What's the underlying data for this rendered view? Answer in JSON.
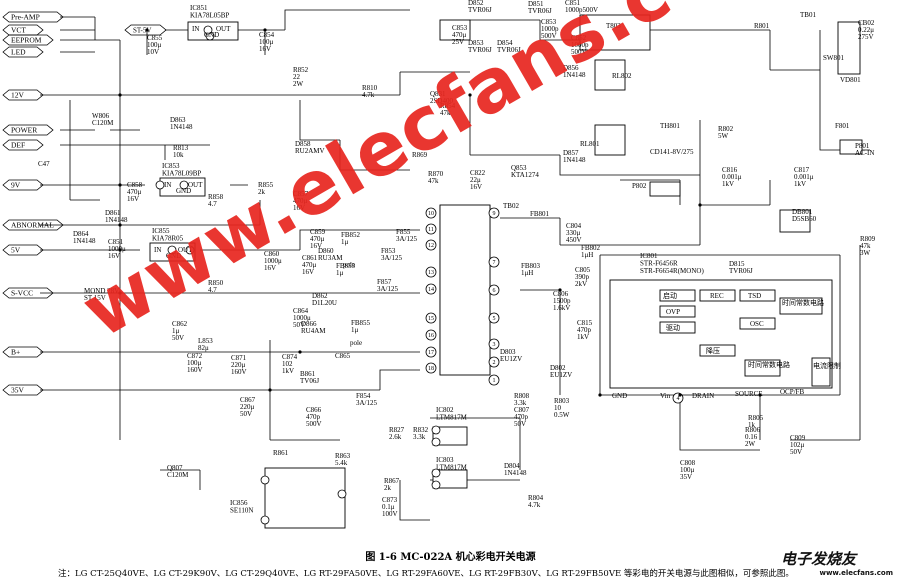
{
  "signals": [
    {
      "id": "pre_amp",
      "label": "Pre-AMP"
    },
    {
      "id": "vct",
      "label": "VCT"
    },
    {
      "id": "eeprom",
      "label": "EEPROM"
    },
    {
      "id": "led",
      "label": "LED"
    },
    {
      "id": "v12",
      "label": "12V"
    },
    {
      "id": "power",
      "label": "POWER"
    },
    {
      "id": "def",
      "label": "DEF"
    },
    {
      "id": "v9",
      "label": "9V"
    },
    {
      "id": "abnormal",
      "label": "ABNORMAL"
    },
    {
      "id": "v5",
      "label": "5V"
    },
    {
      "id": "svcc",
      "label": "S-VCC"
    },
    {
      "id": "bplus",
      "label": "B+"
    },
    {
      "id": "v35",
      "label": "35V"
    }
  ],
  "st5v": "ST-5V",
  "ics": {
    "ic851": [
      "IC851",
      "KIA78L05BP"
    ],
    "ic853": [
      "IC853",
      "KIA78L09BP"
    ],
    "ic855": [
      "IC855",
      "KIA78R05"
    ],
    "ic801": [
      "IC801",
      "STR-F6456R",
      "STR-F6654R(MONO)"
    ],
    "ic802": [
      "IC802",
      "LTM817M"
    ],
    "ic803": [
      "IC803",
      "LTM817M"
    ],
    "ic856": [
      "IC856",
      "SE110N"
    ]
  },
  "regulator_pins": {
    "in": "IN",
    "out": "OUT",
    "gnd": "GND",
    "s": "S"
  },
  "ic801_pins": {
    "gnd": "GND",
    "vin": "Vin",
    "drain": "DRAIN",
    "source": "SOURCE",
    "ocp": "OCP/FB"
  },
  "ic801_blocks": {
    "b1": "启动",
    "b2": "REC",
    "b3": "TSD",
    "b4": "OVP",
    "b5": "OSC",
    "b6": "驱动",
    "b7": "降压",
    "b8": "时间常数电路",
    "b9": "时间常数电路",
    "b10": "电流限制"
  },
  "components": [
    {
      "id": "c855",
      "text": [
        "C855",
        "100μ",
        "10V"
      ]
    },
    {
      "id": "c854",
      "text": [
        "C854",
        "100μ",
        "16V"
      ]
    },
    {
      "id": "r852",
      "text": [
        "R852",
        "22",
        "2W"
      ]
    },
    {
      "id": "r810",
      "text": [
        "R810",
        "4.7k"
      ]
    },
    {
      "id": "q831",
      "text": [
        "Q831",
        "2SD400"
      ]
    },
    {
      "id": "r854",
      "text": [
        "R854",
        "47k"
      ]
    },
    {
      "id": "d852",
      "text": [
        "D852",
        "TVR06J"
      ]
    },
    {
      "id": "d851",
      "text": [
        "D851",
        "TVR06J"
      ]
    },
    {
      "id": "d853",
      "text": [
        "D853",
        "TVR06J"
      ]
    },
    {
      "id": "d854",
      "text": [
        "D854",
        "TVR06J"
      ]
    },
    {
      "id": "c853",
      "text": [
        "C853",
        "470μ",
        "25V"
      ]
    },
    {
      "id": "c851",
      "text": [
        "C851",
        "1000p500V"
      ]
    },
    {
      "id": "c852",
      "text": [
        "C852",
        "1000p",
        "500V"
      ]
    },
    {
      "id": "c853b",
      "text": [
        "C853",
        "1000p",
        "500V"
      ]
    },
    {
      "id": "t803",
      "text": [
        "T803"
      ]
    },
    {
      "id": "d856",
      "text": [
        "D856",
        "1N4148"
      ]
    },
    {
      "id": "rl802",
      "text": [
        "RL802"
      ]
    },
    {
      "id": "r801",
      "text": [
        "R801"
      ]
    },
    {
      "id": "tb01",
      "text": [
        "TB01"
      ]
    },
    {
      "id": "cb02",
      "text": [
        "CB02",
        "0.22μ",
        "275V"
      ]
    },
    {
      "id": "sw801",
      "text": [
        "SW801"
      ]
    },
    {
      "id": "vd801",
      "text": [
        "VD801"
      ]
    },
    {
      "id": "f801",
      "text": [
        "F801"
      ]
    },
    {
      "id": "p801",
      "text": [
        "P801",
        "AC-IN"
      ]
    },
    {
      "id": "w806",
      "text": [
        "W806",
        "C120M"
      ]
    },
    {
      "id": "d863",
      "text": [
        "D863",
        "1N4148"
      ]
    },
    {
      "id": "r813",
      "text": [
        "R813",
        "10k"
      ]
    },
    {
      "id": "c47",
      "text": [
        "C47"
      ]
    },
    {
      "id": "d858",
      "text": [
        "D858",
        "RU2AMV"
      ]
    },
    {
      "id": "r870",
      "text": [
        "R870",
        "47k"
      ]
    },
    {
      "id": "c822",
      "text": [
        "C822",
        "22μ",
        "16V"
      ]
    },
    {
      "id": "q853",
      "text": [
        "Q853",
        "KTA1274"
      ]
    },
    {
      "id": "r869",
      "text": [
        "R869"
      ]
    },
    {
      "id": "d857",
      "text": [
        "D857",
        "1N4148"
      ]
    },
    {
      "id": "rl801",
      "text": [
        "RL801"
      ]
    },
    {
      "id": "th801",
      "text": [
        "TH801"
      ]
    },
    {
      "id": "cd141",
      "text": [
        "CD141-8V/275"
      ]
    },
    {
      "id": "r802",
      "text": [
        "R802",
        "5W"
      ]
    },
    {
      "id": "p802",
      "text": [
        "P802"
      ]
    },
    {
      "id": "c816",
      "text": [
        "C816",
        "0.001μ",
        "1kV"
      ]
    },
    {
      "id": "c817",
      "text": [
        "C817",
        "0.001μ",
        "1kV"
      ]
    },
    {
      "id": "db801",
      "text": [
        "DB801",
        "D5SB60"
      ]
    },
    {
      "id": "c858",
      "text": [
        "C858",
        "470μ",
        "16V"
      ]
    },
    {
      "id": "d861",
      "text": [
        "D861",
        "1N4148"
      ]
    },
    {
      "id": "r858",
      "text": [
        "R858",
        "4.7"
      ]
    },
    {
      "id": "d864",
      "text": [
        "D864",
        "1N4148"
      ]
    },
    {
      "id": "r855",
      "text": [
        "R855",
        "2k"
      ]
    },
    {
      "id": "c857",
      "text": [
        "C857",
        "470μ",
        "16V"
      ]
    },
    {
      "id": "tb02",
      "text": [
        "TB02"
      ]
    },
    {
      "id": "fb801",
      "text": [
        "FB801"
      ]
    },
    {
      "id": "c804",
      "text": [
        "C804",
        "330μ",
        "450V"
      ]
    },
    {
      "id": "fb802",
      "text": [
        "FB802",
        "1μH"
      ]
    },
    {
      "id": "fb803",
      "text": [
        "FB803",
        "1μH"
      ]
    },
    {
      "id": "c805",
      "text": [
        "C805",
        "390p",
        "2kV"
      ]
    },
    {
      "id": "c806",
      "text": [
        "C806",
        "1500p",
        "1.6kV"
      ]
    },
    {
      "id": "d815",
      "text": [
        "D815",
        "TVR06J"
      ]
    },
    {
      "id": "r809",
      "text": [
        "R809",
        "47k",
        "3W"
      ]
    },
    {
      "id": "c851b",
      "text": [
        "C851",
        "1000μ",
        "16V"
      ]
    },
    {
      "id": "r850",
      "text": [
        "R850",
        "4.7"
      ]
    },
    {
      "id": "c860",
      "text": [
        "C860",
        "1000μ",
        "16V"
      ]
    },
    {
      "id": "c859",
      "text": [
        "C859",
        "470μ",
        "16V"
      ]
    },
    {
      "id": "c861",
      "text": [
        "C861",
        "470μ",
        "16V"
      ]
    },
    {
      "id": "d860",
      "text": [
        "D860",
        "RU3AM"
      ]
    },
    {
      "id": "fb852",
      "text": [
        "FB852",
        "1μ"
      ]
    },
    {
      "id": "fb853",
      "text": [
        "FB853",
        "1μ"
      ]
    },
    {
      "id": "f855",
      "text": [
        "F855",
        "3A/125"
      ]
    },
    {
      "id": "f853",
      "text": [
        "F853",
        "3A/125"
      ]
    },
    {
      "id": "f857",
      "text": [
        "F857",
        "3A/125"
      ]
    },
    {
      "id": "pole1",
      "text": [
        "pole"
      ]
    },
    {
      "id": "mond",
      "text": [
        "MOND 28V",
        "ST 15V"
      ]
    },
    {
      "id": "d862",
      "text": [
        "D862",
        "D1L20U"
      ]
    },
    {
      "id": "c864",
      "text": [
        "C864",
        "1000μ",
        "50V"
      ]
    },
    {
      "id": "c862",
      "text": [
        "C862",
        "1μ",
        "50V"
      ]
    },
    {
      "id": "l853",
      "text": [
        "L853",
        "82μ"
      ]
    },
    {
      "id": "d866",
      "text": [
        "D866",
        "RU4AM"
      ]
    },
    {
      "id": "fb855",
      "text": [
        "FB855",
        "1μ"
      ]
    },
    {
      "id": "pole2",
      "text": [
        "pole"
      ]
    },
    {
      "id": "c872",
      "text": [
        "C872",
        "100μ",
        "160V"
      ]
    },
    {
      "id": "c871",
      "text": [
        "C871",
        "220μ",
        "160V"
      ]
    },
    {
      "id": "c874",
      "text": [
        "C874",
        "102",
        "1kV"
      ]
    },
    {
      "id": "c865",
      "text": [
        "C865"
      ]
    },
    {
      "id": "b861",
      "text": [
        "B861",
        "TV06J"
      ]
    },
    {
      "id": "c815",
      "text": [
        "C815",
        "470p",
        "1kV"
      ]
    },
    {
      "id": "d803",
      "text": [
        "D803",
        "EU1ZV"
      ]
    },
    {
      "id": "d802",
      "text": [
        "D802",
        "EU1ZV"
      ]
    },
    {
      "id": "c867",
      "text": [
        "C867",
        "220μ",
        "50V"
      ]
    },
    {
      "id": "c866",
      "text": [
        "C866",
        "470p",
        "500V"
      ]
    },
    {
      "id": "f854",
      "text": [
        "F854",
        "3A/125"
      ]
    },
    {
      "id": "r808",
      "text": [
        "R808",
        "3.3k"
      ]
    },
    {
      "id": "r803",
      "text": [
        "R803",
        "10",
        "0.5W"
      ]
    },
    {
      "id": "r827",
      "text": [
        "R827",
        "2.6k"
      ]
    },
    {
      "id": "r832",
      "text": [
        "R832",
        "3.3k"
      ]
    },
    {
      "id": "c807",
      "text": [
        "C807",
        "470p",
        "50V"
      ]
    },
    {
      "id": "d804",
      "text": [
        "D804",
        "1N4148"
      ]
    },
    {
      "id": "r804",
      "text": [
        "R804",
        "4.7k"
      ]
    },
    {
      "id": "r861",
      "text": [
        "R861"
      ]
    },
    {
      "id": "r863",
      "text": [
        "R863",
        "5.4k"
      ]
    },
    {
      "id": "r867",
      "text": [
        "R867",
        "2k"
      ]
    },
    {
      "id": "c873",
      "text": [
        "C873",
        "0.1μ",
        "100V"
      ]
    },
    {
      "id": "q807",
      "text": [
        "Q807",
        "C120M"
      ]
    },
    {
      "id": "c808",
      "text": [
        "C808",
        "100μ",
        "35V"
      ]
    },
    {
      "id": "r806",
      "text": [
        "R806",
        "0.16",
        "2W"
      ]
    },
    {
      "id": "r805",
      "text": [
        "R805",
        "1k"
      ]
    },
    {
      "id": "c809",
      "text": [
        "C809",
        "102μ",
        "50V"
      ]
    }
  ],
  "transformer_pins": [
    "10",
    "11",
    "12",
    "13",
    "14",
    "15",
    "16",
    "17",
    "18",
    "9",
    "7",
    "6",
    "5",
    "3",
    "2",
    "1",
    "4"
  ],
  "figure_caption": "图 1-6  MC-022A 机心彩电开关电源",
  "note": "注：LG CT-25Q40VE、LG CT-29K90V、LG CT-29Q40VE、LG RT-29FA50VE、LG RT-29FA60VE、LG RT-29FB30V、LG RT-29FB50VE 等彩电的开关电源与此图相似，可参照此图。",
  "watermark": "www.elecfans.com",
  "logo": {
    "cn": "电子发烧友",
    "en": "www.elecfans.com"
  }
}
